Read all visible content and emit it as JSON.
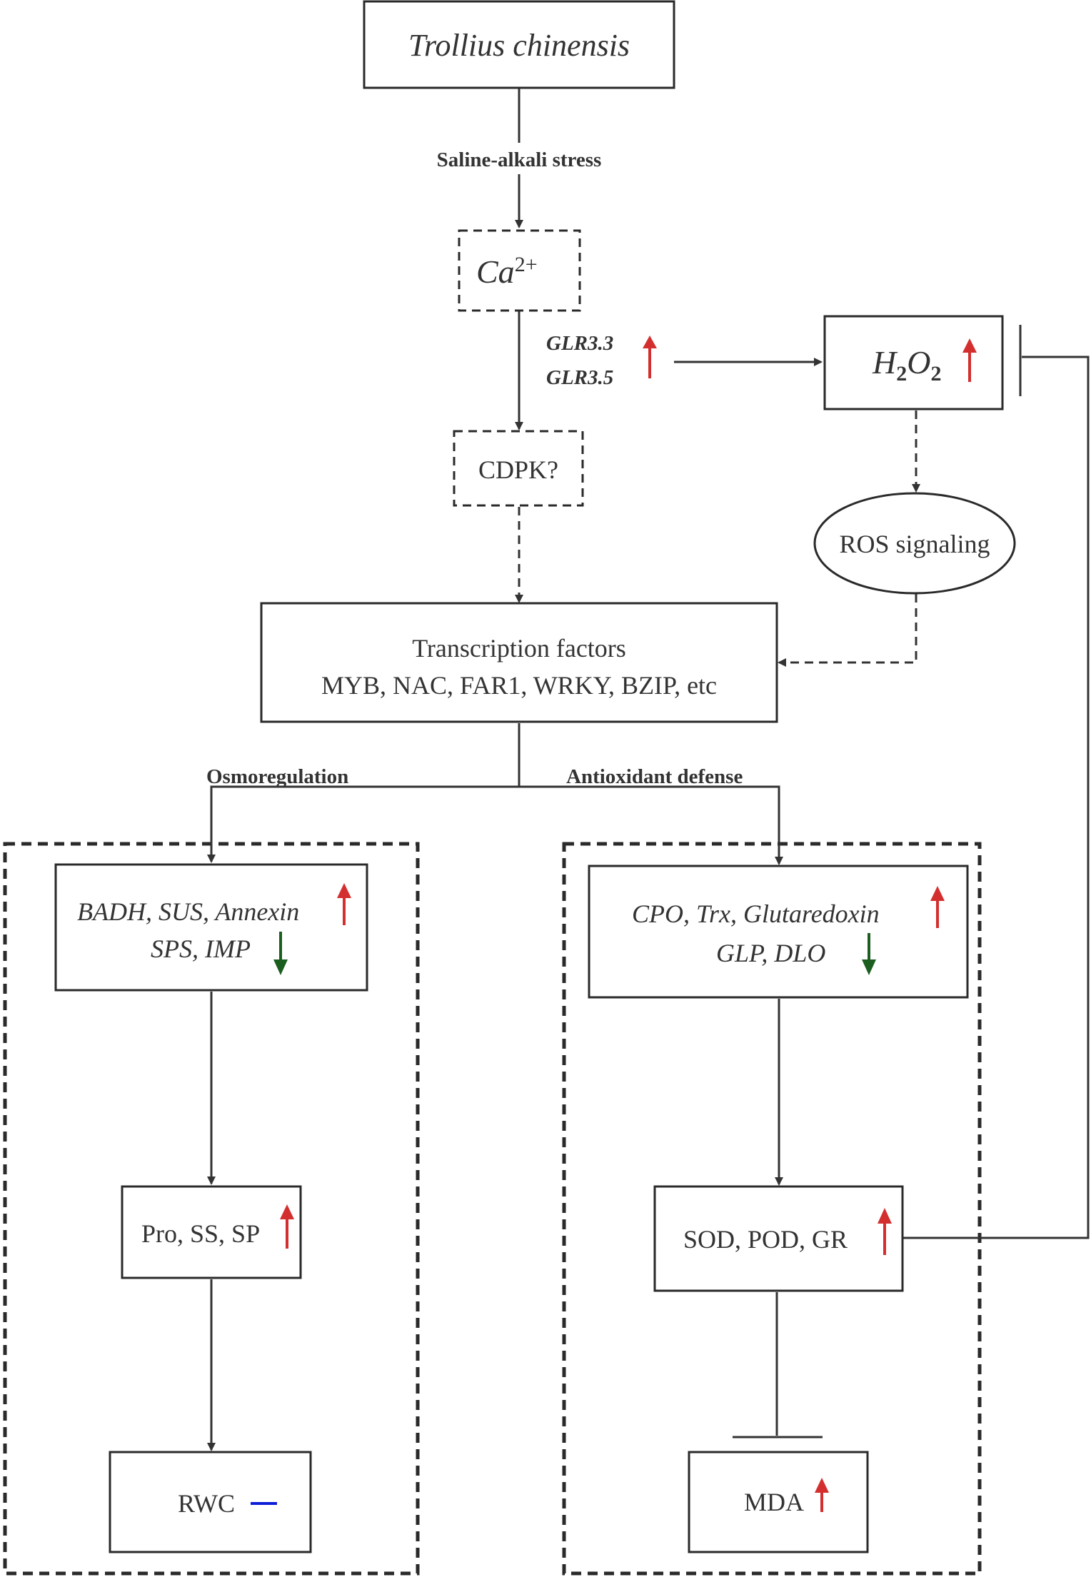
{
  "title_node": {
    "label": "Trollius chinensis"
  },
  "stress_label": "Saline-alkali stress",
  "calcium_node": {
    "base": "Ca",
    "superscript": "2+"
  },
  "glr_genes": [
    "GLR3.3",
    "GLR3.5"
  ],
  "h2o2_node": {
    "h": "H",
    "sub1": "2",
    "o": "O",
    "sub2": "2"
  },
  "cdpk_node": {
    "label": "CDPK?"
  },
  "ros_node": {
    "label": "ROS signaling"
  },
  "tf_node": {
    "line1": "Transcription factors",
    "line2": "MYB, NAC, FAR1, WRKY, BZIP, etc"
  },
  "branches": {
    "left": "Osmoregulation",
    "right": "Antioxidant defense"
  },
  "osmo_genes": {
    "line1": "BADH, SUS, Annexin",
    "line2": "SPS, IMP"
  },
  "osmo_metabolites": {
    "label": "Pro, SS, SP"
  },
  "rwc_node": {
    "label": "RWC"
  },
  "antiox_genes": {
    "line1": "CPO, Trx, Glutaredoxin",
    "line2": "GLP, DLO"
  },
  "antiox_enzymes": {
    "label": "SOD, POD, GR"
  },
  "mda_node": {
    "label": "MDA"
  },
  "legend_colors": {
    "up": "#d32f2f",
    "down": "#1b5e20",
    "unchanged": "#0d1fd6",
    "line": "#333333"
  },
  "indicator_icons": {
    "up": "red-up-arrow-icon",
    "down": "green-down-arrow-icon",
    "unchanged": "blue-dash-icon"
  }
}
